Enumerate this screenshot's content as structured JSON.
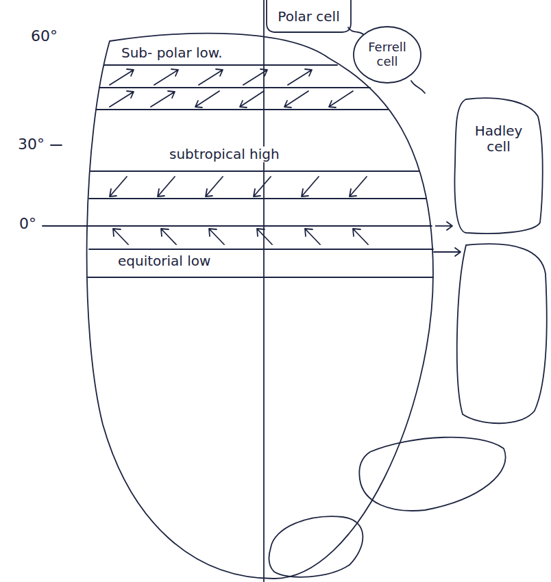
{
  "diagram": {
    "nodes": [
      {
        "text": [
          "Sub- polar low.",
          "subtropical high",
          "equitorial low"
        ]
      },
      {
        "text": [
          "Polar cell"
        ]
      },
      {
        "text": [
          "Ferrell cell"
        ]
      },
      {
        "text": [
          "Hadley cell"
        ]
      }
    ],
    "edges": [
      {
        "from": 0,
        "to": 3,
        "arrow": "to"
      }
    ],
    "labels": [
      "60°",
      "30°",
      "0°"
    ]
  }
}
